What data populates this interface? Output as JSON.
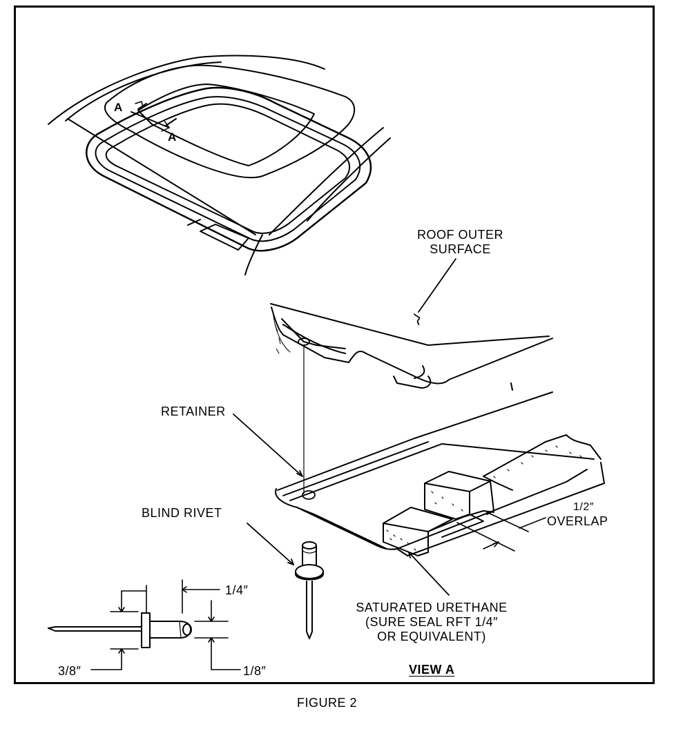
{
  "figure": {
    "caption": "FIGURE 2",
    "view_title": "VIEW A",
    "section_marks": [
      "A",
      "A"
    ]
  },
  "callouts": {
    "roof_outer_surface": [
      "ROOF OUTER",
      "SURFACE"
    ],
    "retainer": "RETAINER",
    "blind_rivet": "BLIND RIVET",
    "overlap": [
      "1/2″",
      "OVERLAP"
    ],
    "urethane": [
      "SATURATED URETHANE",
      "(SURE SEAL RFT 1/4″",
      "OR EQUIVALENT)"
    ]
  },
  "rivet_dims": {
    "top": "1/4″",
    "left": "3/8″",
    "right": "1/8″"
  },
  "colors": {
    "line": "#000000",
    "paper": "#ffffff"
  }
}
